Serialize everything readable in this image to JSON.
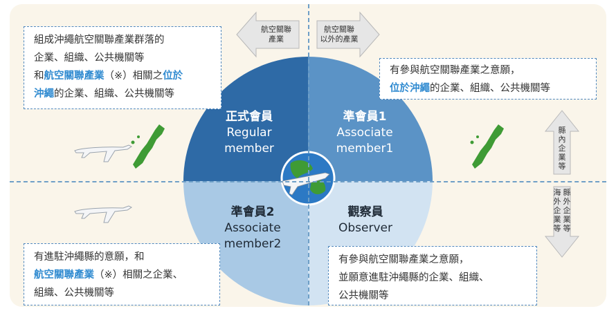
{
  "arrows": {
    "left_label": [
      "航空關聯",
      "產業"
    ],
    "right_label": [
      "航空關聯",
      "以外的產業"
    ],
    "up_label": [
      "縣",
      "內",
      "企",
      "業",
      "等"
    ],
    "down_label_col1": [
      "海",
      "外",
      "企",
      "業",
      "等"
    ],
    "down_label_col2": [
      "縣",
      "外",
      "企",
      "業",
      "等"
    ]
  },
  "quadrants": {
    "regular": {
      "title": "正式會員",
      "sub1": "Regular",
      "sub2": "member",
      "color": "#2e6aa6"
    },
    "associate1": {
      "title": "準會員1",
      "sub1": "Associate",
      "sub2": "member1",
      "color": "#5b93c6"
    },
    "associate2": {
      "title": "準會員2",
      "sub1": "Associate",
      "sub2": "member2",
      "color": "#a9c9e5"
    },
    "observer": {
      "title": "觀察員",
      "sub1": "Observer",
      "color": "#d2e3f2"
    }
  },
  "boxes": {
    "top_left": {
      "line1": "組成沖繩航空關聯產業群落的",
      "line2": "企業、組織、公共機關等",
      "line3_pre": "和",
      "line3_hl": "航空關聯產業",
      "line3_post": "（※）相關之",
      "line3_hl2": "位於",
      "line4_hl": "沖繩",
      "line4_post": "的企業、組織、公共機關等"
    },
    "top_right": {
      "line1": "有參與航空關聯產業之意願，",
      "line2_hl": "位於沖繩",
      "line2_post": "的企業、組織、公共機關等"
    },
    "bottom_left": {
      "line1": "有進駐沖繩縣的意願，和",
      "line2_hl": "航空關聯產業",
      "line2_post": "（※）相關之企業、",
      "line3": "組織、公共機關等"
    },
    "bottom_right": {
      "line1": "有參與航空關聯產業之意願，",
      "line2": "並願意進駐沖繩縣的企業、組織、",
      "line3": "公共機關等"
    }
  },
  "colors": {
    "accent": "#2f8ad0",
    "panel": "#faf5ea",
    "arrow": "#e6e6e6",
    "island": "#3f9b35"
  },
  "icons": [
    "airplane-icon",
    "okinawa-island-icon",
    "globe-icon"
  ]
}
